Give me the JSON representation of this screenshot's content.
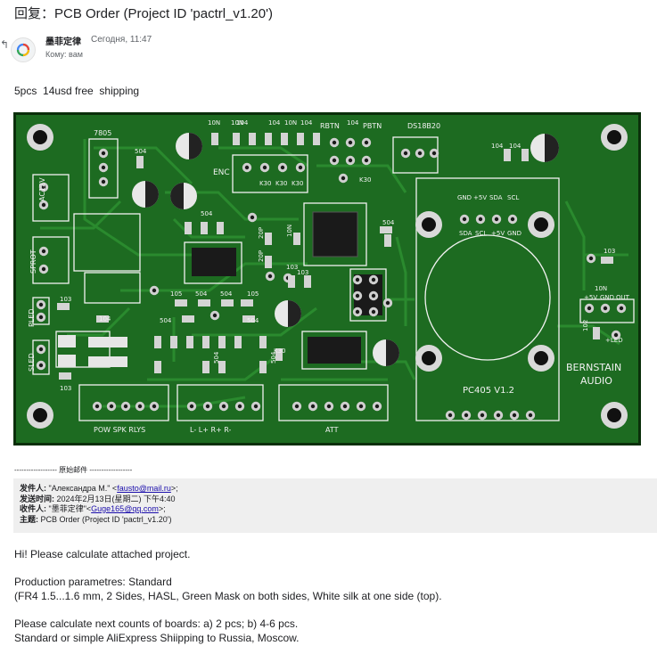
{
  "email": {
    "subject": "回复：PCB Order (Project ID 'pactrl_v1.20')",
    "sender_name": "墨菲定律",
    "time": "Сегодня, 11:47",
    "to_line": "Кому: вам",
    "lead_line": "5pcs  14usd free  shipping"
  },
  "pcb": {
    "labels": {
      "reg": "7805",
      "ac": "AC12V",
      "sprot": "SPROT",
      "pled": "PLED",
      "sled": "SLED",
      "enc": "ENC",
      "rbtn": "RBTN",
      "pbtn": "PBTN",
      "ds": "DS18B20",
      "k30a": "K30",
      "k30b": "K30",
      "k30c": "K30",
      "k30d": "K30",
      "k30e": "K30",
      "c504a": "504",
      "c504b": "504",
      "c504c": "504",
      "c504d": "504",
      "c504e": "504",
      "c504f": "504",
      "c504g": "504",
      "c504h": "504",
      "c504i": "504",
      "c105a": "105",
      "c105b": "105",
      "c104a": "104",
      "c104b": "104",
      "c104c": "104",
      "c104d": "104",
      "c104e": "104",
      "c104f": "104",
      "c104g": "104",
      "c103a": "103",
      "c103b": "103",
      "c103c": "103",
      "c103d": "103",
      "c103e": "103",
      "c10na": "10N",
      "c10nb": "10N",
      "c10nc": "10N",
      "c10nd": "10N",
      "c10ne": "10N",
      "c20pa": "20P",
      "c20pb": "20P",
      "c102": "102",
      "gnd1": "GND",
      "p5v1": "+5V",
      "sda1": "SDA",
      "scl1": "SCL",
      "sda2": "SDA",
      "scl2": "SCL",
      "p5v2": "+5V",
      "gnd2": "GND",
      "p5v3": "+5V",
      "gnd3": "GND",
      "out": "OUT",
      "led": "+LED",
      "pc405": "PC405 V1.2",
      "brand1": "BERNSTAIN",
      "brand2": "AUDIO",
      "pow": "POW SPK RLYS",
      "lr": "L-  L+ R+  R-",
      "att": "ATT"
    }
  },
  "original": {
    "divider": "------------------ 原始邮件 ------------------",
    "from_label": "发件人:",
    "from_name": " \"Александра М.\" <",
    "from_email": "fausto@mail.ru",
    "from_end": ">;",
    "date_label": "发送时间:",
    "date_value": " 2024年2月13日(星期二) 下午4:40",
    "to_label": "收件人:",
    "to_name": " \"墨菲定律\"<",
    "to_email": "Guge165@qq.com",
    "to_end": ">;",
    "subj_label": "主题:",
    "subj_value": " PCB Order (Project ID 'pactrl_v1.20')"
  },
  "body": {
    "line1": "Hi! Please calculate attached project.",
    "line2": "Production parametres: Standard",
    "line3": "(FR4 1.5...1.6 mm, 2 Sides, HASL, Green Mask on both sides, White silk at one side (top).",
    "line4": "Please calculate next counts of boards: a) 2 pcs; b) 4-6 pcs.",
    "line5": "Standard or simple AliExpress Shiipping to Russia, Moscow."
  },
  "colors": {
    "board": "#1d6b21",
    "trace": "#2a8a2e",
    "silk": "#f2f2f2",
    "pad": "#c9c9c9",
    "hole": "#101010",
    "link": "#1a0dab"
  }
}
